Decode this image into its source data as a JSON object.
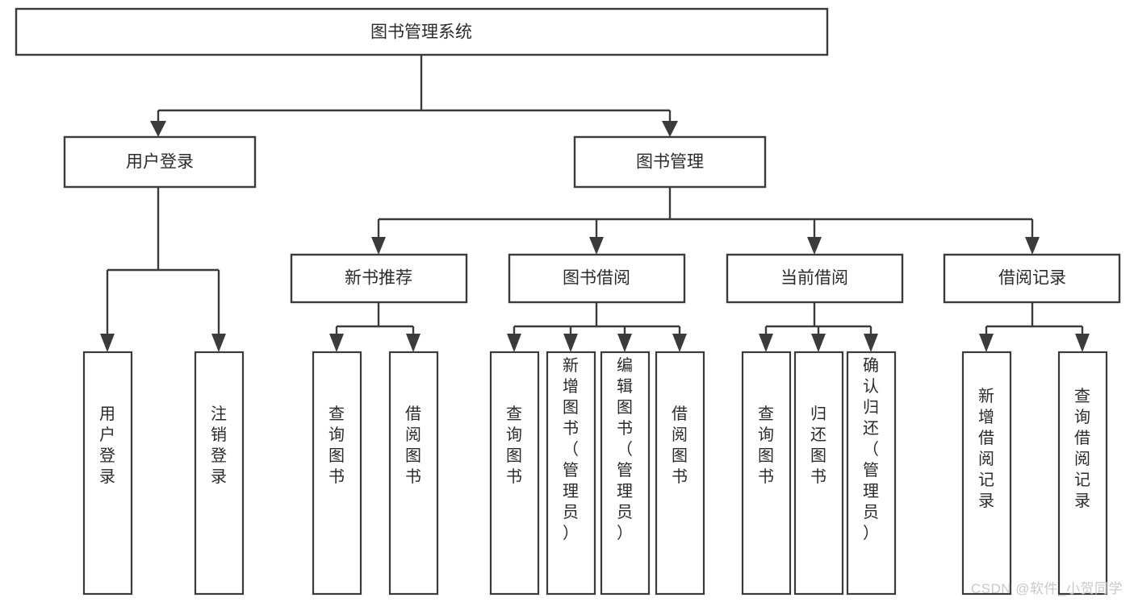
{
  "diagram": {
    "type": "tree-hierarchy-diagram",
    "title": "图书管理系统",
    "watermark": "CSDN @软件_小贺同学",
    "colors": {
      "stroke": "#3b3b3b",
      "fill": "#ffffff",
      "text": "#2b2b2b",
      "watermark": "#c9c9c9",
      "background": "#ffffff"
    },
    "root": {
      "id": "root",
      "label": "图书管理系统"
    },
    "level2": [
      {
        "id": "user-login",
        "label": "用户登录"
      },
      {
        "id": "book-management",
        "label": "图书管理"
      }
    ],
    "level3": [
      {
        "id": "new-book-recommend",
        "label": "新书推荐",
        "parent": "book-management"
      },
      {
        "id": "book-borrow",
        "label": "图书借阅",
        "parent": "book-management"
      },
      {
        "id": "current-borrow",
        "label": "当前借阅",
        "parent": "book-management"
      },
      {
        "id": "borrow-record",
        "label": "借阅记录",
        "parent": "book-management"
      }
    ],
    "leaves": {
      "user-login": [
        {
          "id": "leaf-user-login",
          "label": "用户登录"
        },
        {
          "id": "leaf-logout-login",
          "label": "注销登录"
        }
      ],
      "new-book-recommend": [
        {
          "id": "leaf-query-book-1",
          "label": "查询图书"
        },
        {
          "id": "leaf-borrow-book-1",
          "label": "借阅图书"
        }
      ],
      "book-borrow": [
        {
          "id": "leaf-query-book-2",
          "label": "查询图书"
        },
        {
          "id": "leaf-add-book",
          "label": "新增图书（管理员）"
        },
        {
          "id": "leaf-edit-book",
          "label": "编辑图书（管理员）"
        },
        {
          "id": "leaf-borrow-book-2",
          "label": "借阅图书"
        }
      ],
      "current-borrow": [
        {
          "id": "leaf-query-book-3",
          "label": "查询图书"
        },
        {
          "id": "leaf-return-book",
          "label": "归还图书"
        },
        {
          "id": "leaf-confirm-return",
          "label": "确认归还（管理员）"
        }
      ],
      "borrow-record": [
        {
          "id": "leaf-add-record",
          "label": "新增借阅记录"
        },
        {
          "id": "leaf-query-record",
          "label": "查询借阅记录"
        }
      ]
    }
  }
}
